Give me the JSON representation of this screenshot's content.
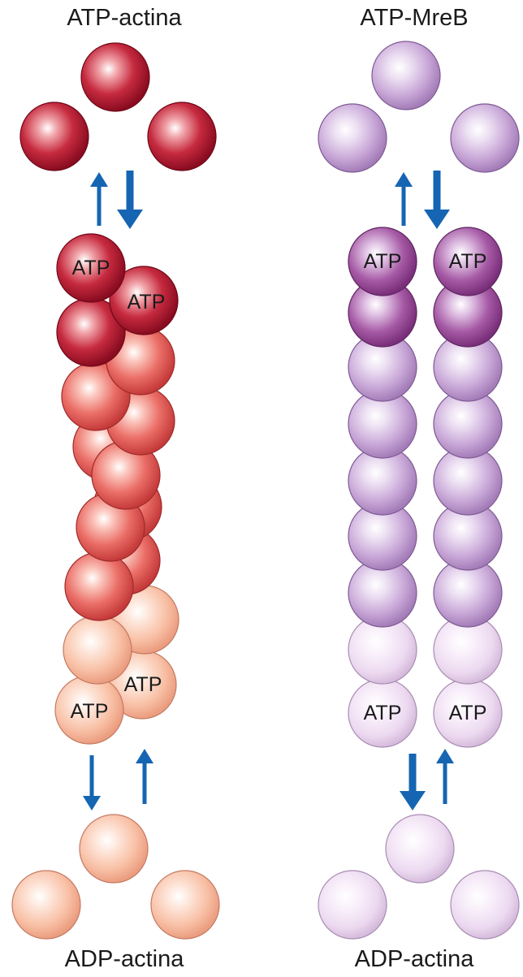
{
  "panels": {
    "actin": {
      "top_label": "ATP-actina",
      "bottom_label": "ADP-actina",
      "sphere_labels": [
        "ATP",
        "ATP",
        "ATP",
        "ATP"
      ]
    },
    "mreb": {
      "top_label": "ATP-MreB",
      "bottom_label": "ADP-actina",
      "sphere_labels": [
        "ATP",
        "ATP",
        "ATP",
        "ATP"
      ]
    }
  },
  "colors": {
    "actin_dark": "#b8182f",
    "actin_mid": "#e45a55",
    "actin_light": "#f7b89c",
    "mreb_dark": "#9b4b98",
    "mreb_mid": "#c7a5d4",
    "mreb_light": "#eedcf1",
    "arrow": "#1565b3"
  }
}
